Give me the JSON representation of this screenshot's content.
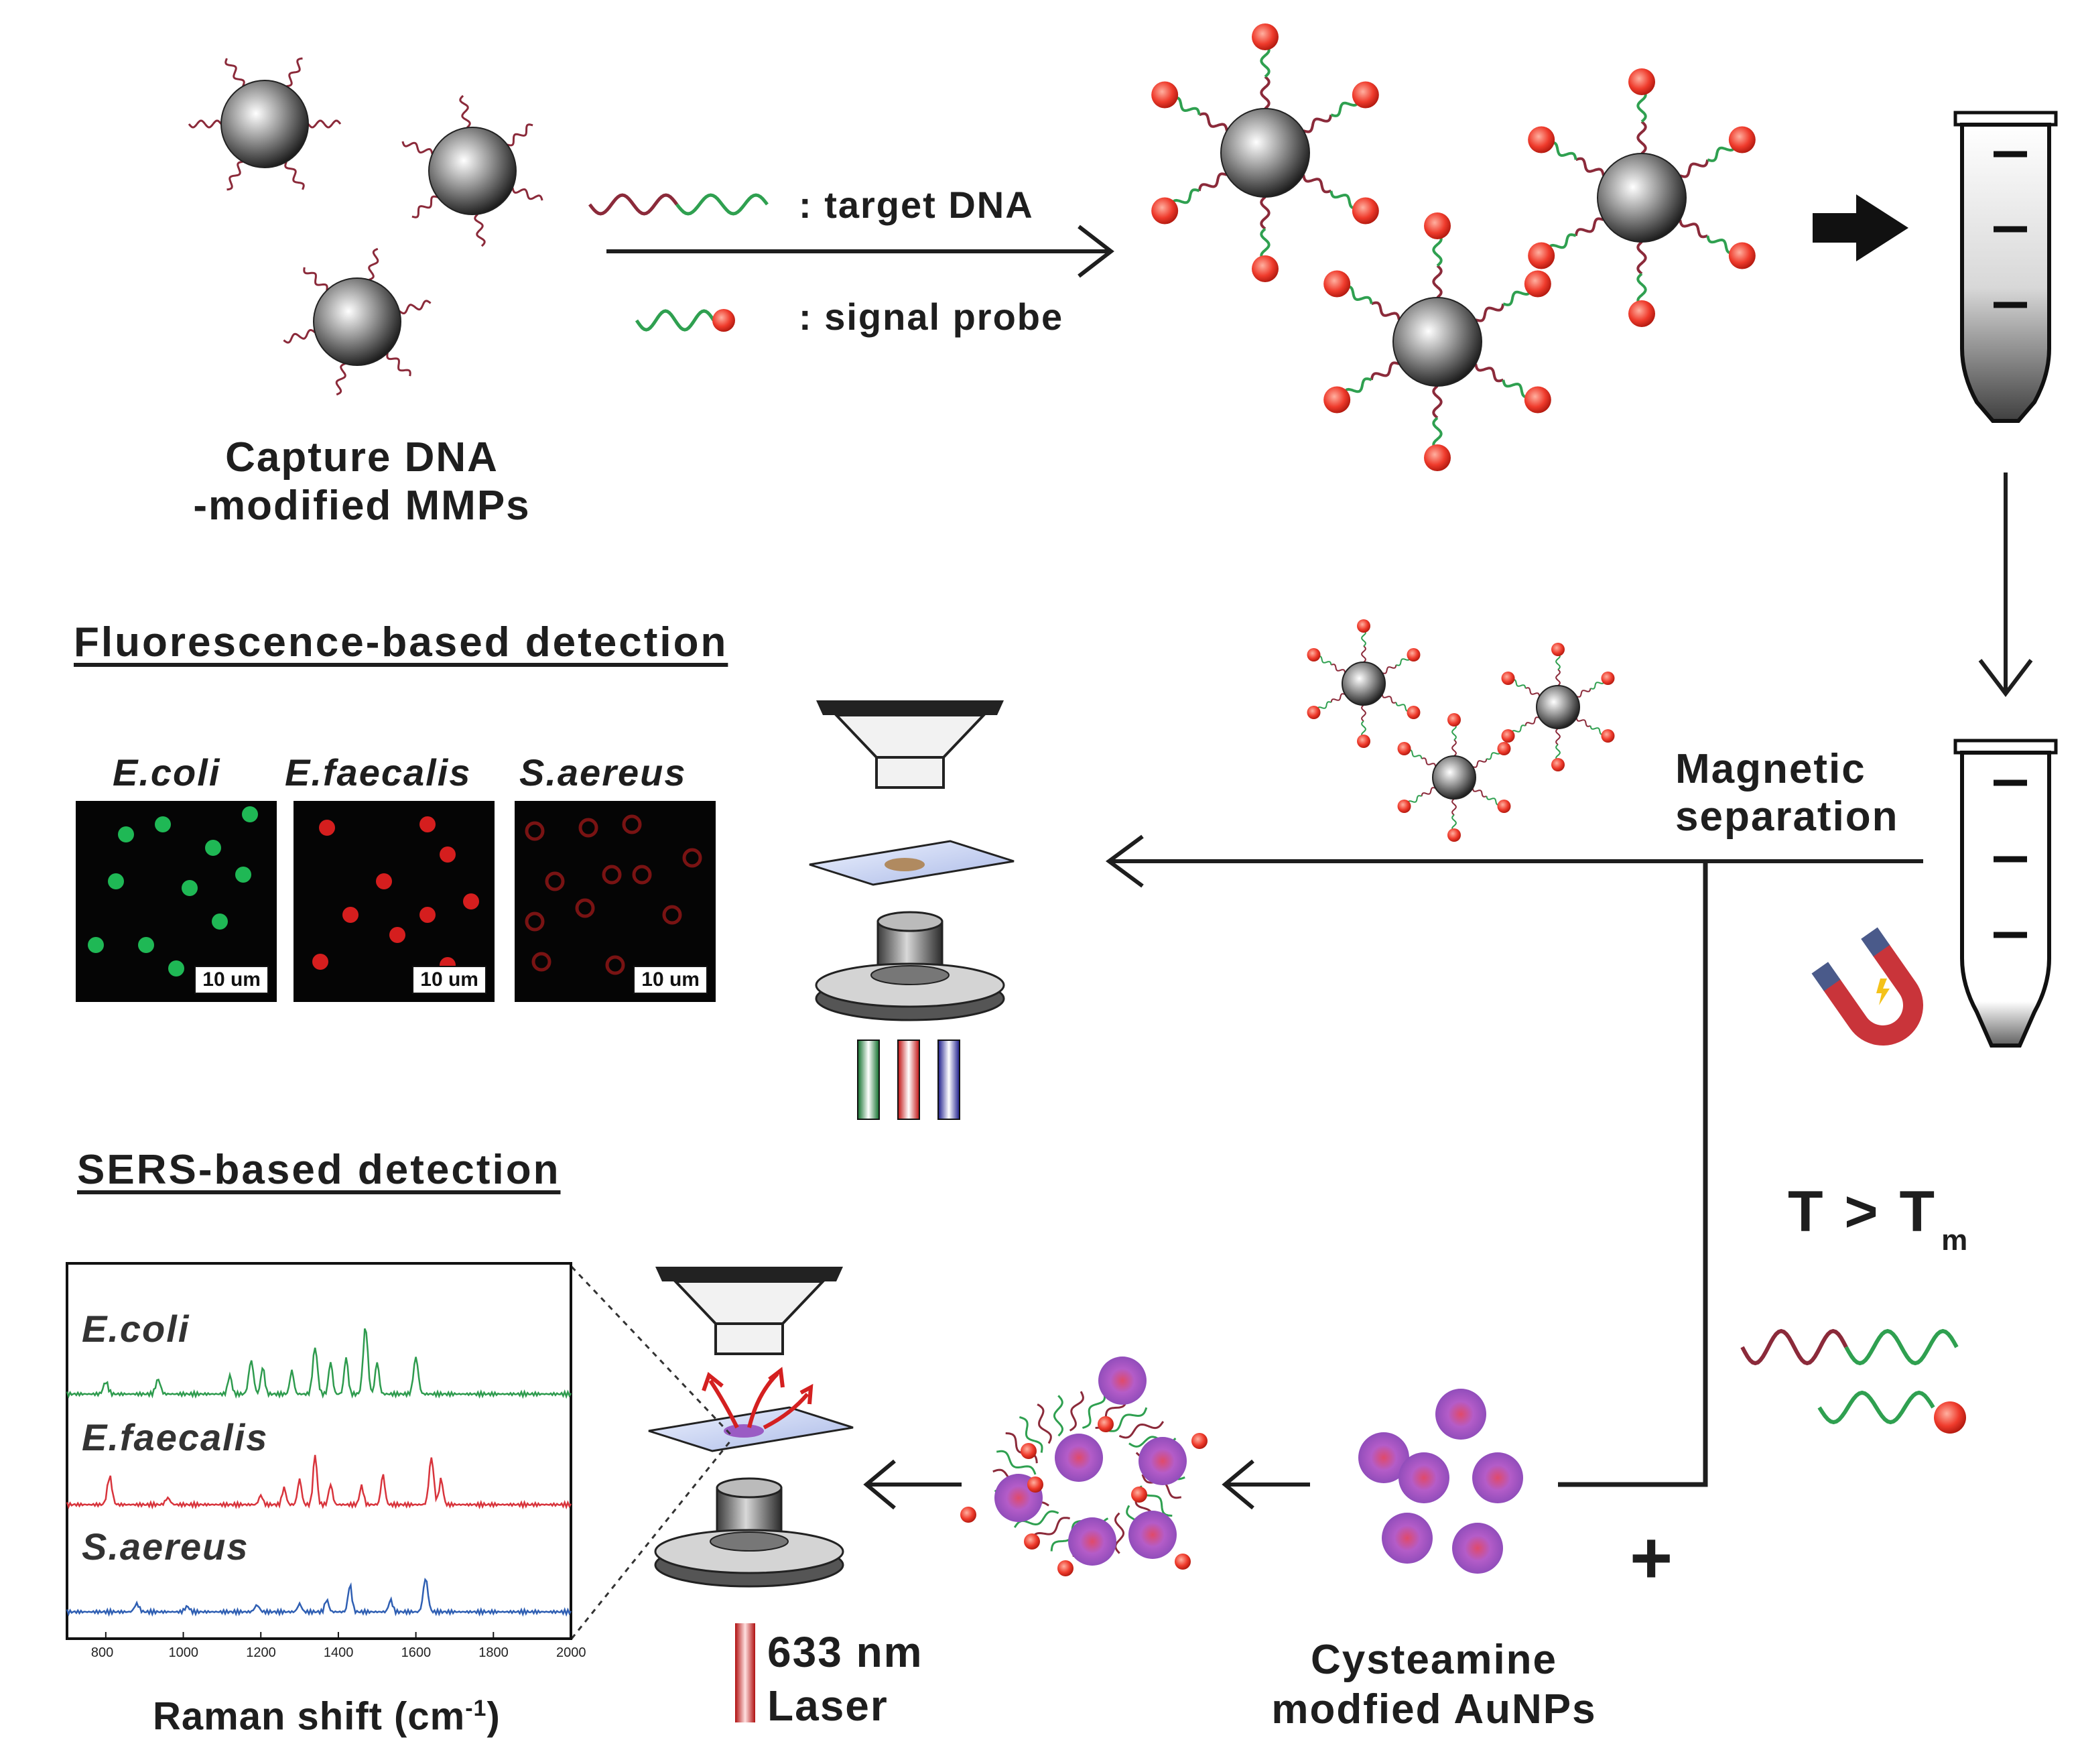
{
  "capture_label": [
    "Capture DNA",
    "-modified MMPs"
  ],
  "legend": {
    "target": ": target DNA",
    "signal": ": signal probe"
  },
  "magnetic_label": [
    "Magnetic",
    "separation"
  ],
  "melt": {
    "T": "T > T",
    "sub": "m"
  },
  "fluorescence": {
    "heading": "Fluorescence-based detection",
    "panels": [
      {
        "name": "E.coli",
        "scale": "10 um"
      },
      {
        "name": "E.faecalis",
        "scale": "10 um"
      },
      {
        "name": "S.aereus",
        "scale": "10 um"
      }
    ]
  },
  "sers": {
    "heading": "SERS-based detection",
    "xlabel": "Raman shift (cm",
    "xlabel_sup": "-1",
    "xlabel_close": ")",
    "ticks": [
      "800",
      "1000",
      "1200",
      "1400",
      "1600",
      "1800",
      "2000"
    ],
    "series": [
      {
        "name": "E.coli",
        "color": "#2e9b4e"
      },
      {
        "name": "E.faecalis",
        "color": "#d8343c"
      },
      {
        "name": "S.aereus",
        "color": "#2f5fb3"
      }
    ]
  },
  "laser": [
    "633 nm",
    "Laser"
  ],
  "aunp_label": [
    "Cysteamine",
    "modfied AuNPs"
  ],
  "plus": "+",
  "colors": {
    "dna_red": "#8b2a3a",
    "dna_green": "#2fa050",
    "probe": "#e8392e",
    "aunp": "#9a5cc4"
  }
}
